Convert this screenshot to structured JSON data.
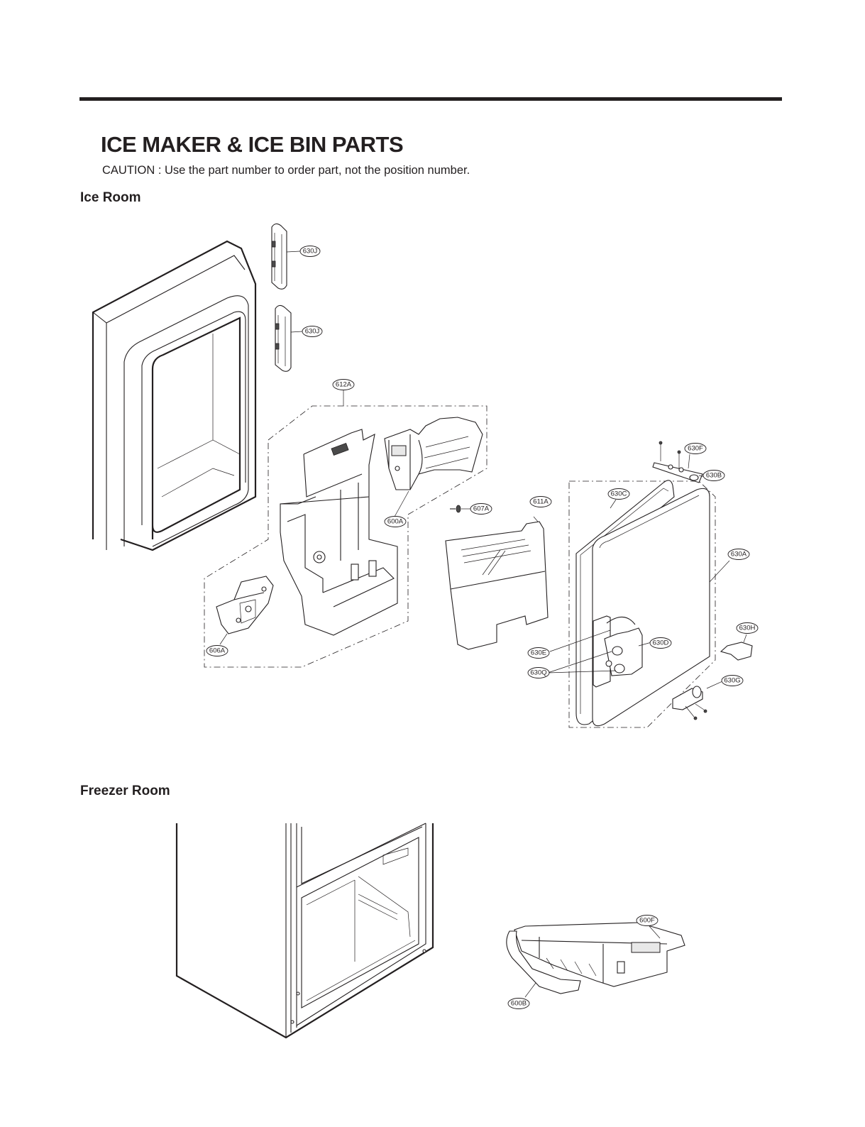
{
  "header": {
    "title": "ICE MAKER & ICE BIN PARTS",
    "caution": "CAUTION : Use the part number to order part, not the position number."
  },
  "sections": {
    "ice_room": "Ice Room",
    "freezer_room": "Freezer Room"
  },
  "callouts": {
    "c630J_top": "630J",
    "c630J_bottom": "630J",
    "c612A": "612A",
    "c600A": "600A",
    "c607A": "607A",
    "c611A": "611A",
    "c630F": "630F",
    "c630B": "630B",
    "c630C": "630C",
    "c630A": "630A",
    "c630H": "630H",
    "c630D": "630D",
    "c630E": "630E",
    "c630Q": "630Q",
    "c630G": "630G",
    "c606A": "606A",
    "c600F": "600F",
    "c600B": "600B"
  }
}
